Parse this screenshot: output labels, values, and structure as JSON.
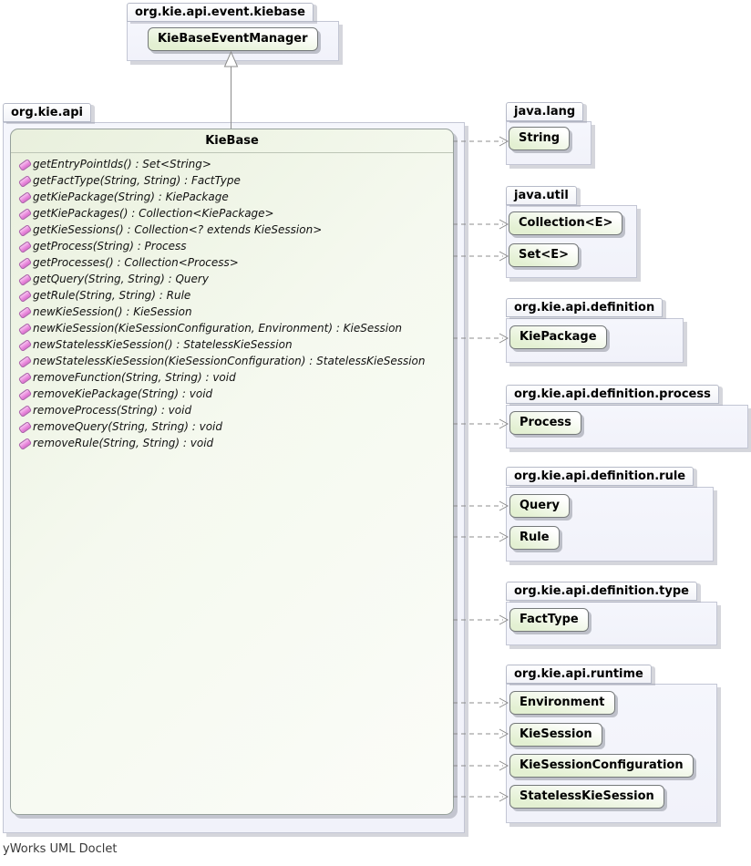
{
  "credit": "yWorks UML Doclet",
  "colors": {
    "class_fill_green": "#e3f0d2",
    "package_fill": "#f1f2fa",
    "method_icon_pink": "#ea8ede",
    "connector_gray": "#8c8c8c"
  },
  "packages": {
    "event_kiebase": {
      "label": "org.kie.api.event.kiebase"
    },
    "org_kie_api": {
      "label": "org.kie.api"
    },
    "java_lang": {
      "label": "java.lang"
    },
    "java_util": {
      "label": "java.util"
    },
    "definition": {
      "label": "org.kie.api.definition"
    },
    "definition_process": {
      "label": "org.kie.api.definition.process"
    },
    "definition_rule": {
      "label": "org.kie.api.definition.rule"
    },
    "definition_type": {
      "label": "org.kie.api.definition.type"
    },
    "runtime": {
      "label": "org.kie.api.runtime"
    }
  },
  "classes": {
    "kie_base_event_manager": "KieBaseEventManager",
    "string": "String",
    "collection": "Collection<E>",
    "set": "Set<E>",
    "kie_package": "KiePackage",
    "process": "Process",
    "query": "Query",
    "rule": "Rule",
    "fact_type": "FactType",
    "environment": "Environment",
    "kie_session": "KieSession",
    "kie_session_configuration": "KieSessionConfiguration",
    "stateless_kie_session": "StatelessKieSession"
  },
  "main_class": {
    "name": "KieBase",
    "methods": [
      "getEntryPointIds() : Set<String>",
      "getFactType(String, String) : FactType",
      "getKiePackage(String) : KiePackage",
      "getKiePackages() : Collection<KiePackage>",
      "getKieSessions() : Collection<? extends KieSession>",
      "getProcess(String) : Process",
      "getProcesses() : Collection<Process>",
      "getQuery(String, String) : Query",
      "getRule(String, String) : Rule",
      "newKieSession() : KieSession",
      "newKieSession(KieSessionConfiguration, Environment) : KieSession",
      "newStatelessKieSession() : StatelessKieSession",
      "newStatelessKieSession(KieSessionConfiguration) : StatelessKieSession",
      "removeFunction(String, String) : void",
      "removeKiePackage(String) : void",
      "removeProcess(String) : void",
      "removeQuery(String, String) : void",
      "removeRule(String, String) : void"
    ]
  },
  "relations": {
    "inheritance": {
      "from": "KieBase",
      "to": "KieBaseEventManager"
    },
    "dependencies_from_kiebase": [
      "String",
      "Collection<E>",
      "Set<E>",
      "KiePackage",
      "Process",
      "Query",
      "Rule",
      "FactType",
      "Environment",
      "KieSession",
      "KieSessionConfiguration",
      "StatelessKieSession"
    ]
  }
}
